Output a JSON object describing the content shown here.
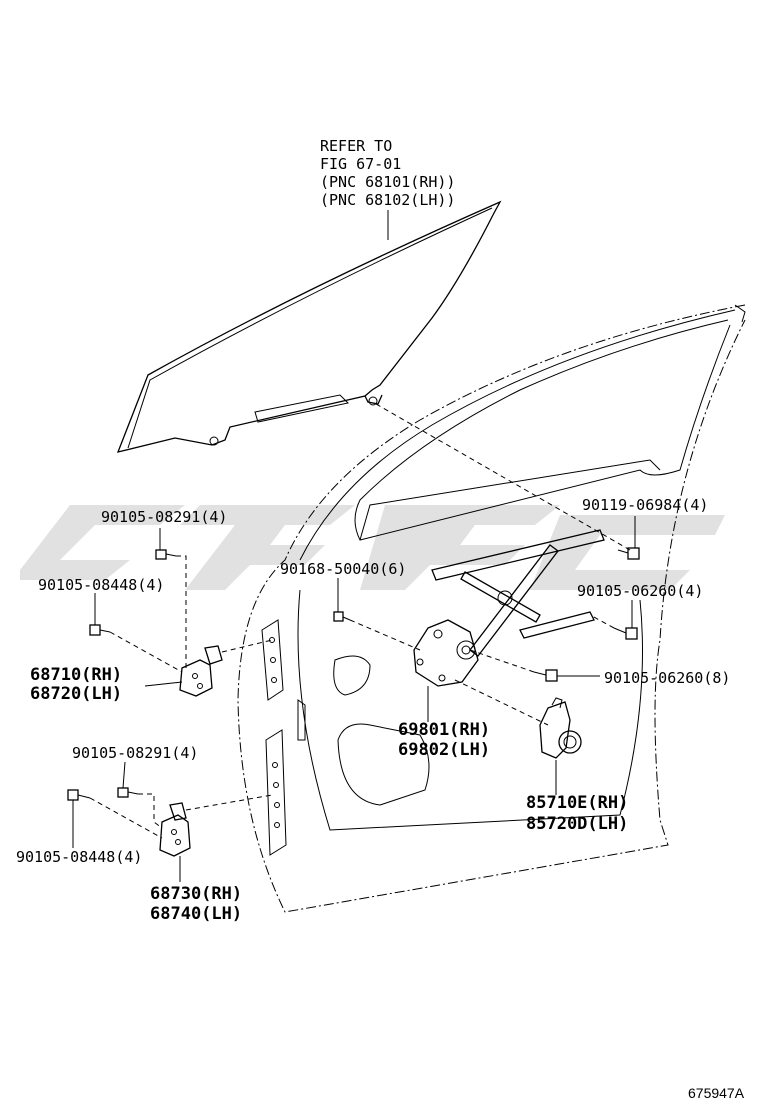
{
  "reference": {
    "line1": "REFER TO",
    "line2": "FIG 67-01",
    "line3": "(PNC 68101(RH))",
    "line4": "(PNC 68102(LH))"
  },
  "labels": {
    "bolt_upper_hinge_top": "90105-08291(4)",
    "bolt_upper_hinge_side": "90105-08448(4)",
    "upper_hinge_rh": "68710(RH)",
    "upper_hinge_lh": "68720(LH)",
    "bolt_lower_hinge_top": "90105-08291(4)",
    "bolt_lower_hinge_side": "90105-08448(4)",
    "lower_hinge_rh": "68730(RH)",
    "lower_hinge_lh": "68740(LH)",
    "bolt_regulator": "90168-50040(6)",
    "bolt_glass": "90119-06984(4)",
    "bolt_regulator_rear": "90105-06260(4)",
    "bolt_motor": "90105-06260(8)",
    "regulator_rh": "69801(RH)",
    "regulator_lh": "69802(LH)",
    "motor_rh": "85710E(RH)",
    "motor_lh": "85720D(LH)"
  },
  "figure_id": "675947A",
  "colors": {
    "line": "#000000",
    "watermark": "#c8c8c8",
    "background": "#ffffff"
  }
}
